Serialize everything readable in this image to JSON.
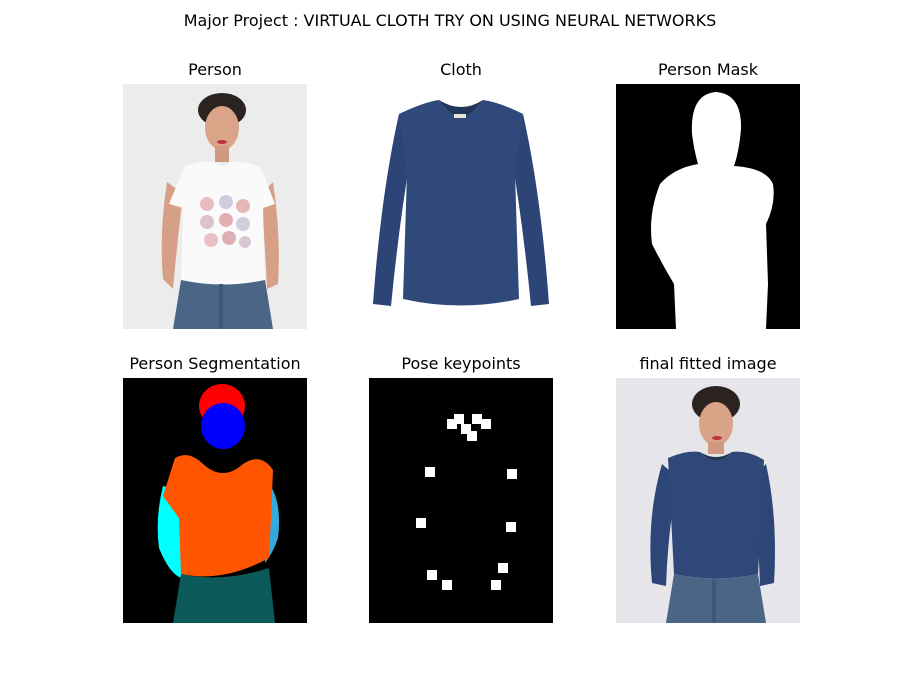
{
  "figure": {
    "suptitle": "Major Project : VIRTUAL CLOTH TRY ON USING NEURAL NETWORKS"
  },
  "panels": [
    {
      "title": "Person"
    },
    {
      "title": "Cloth"
    },
    {
      "title": "Person Mask"
    },
    {
      "title": "Person Segmentation"
    },
    {
      "title": "Pose keypoints"
    },
    {
      "title": "final fitted image"
    }
  ],
  "colors": {
    "segmentation": {
      "hair": "#ff0000",
      "face": "#0000ff",
      "upper_clothes": "#ff5500",
      "left_arm": "#00ffff",
      "right_arm": "#33aadd",
      "pants": "#0c5a5a",
      "background": "#000000"
    },
    "cloth": "#2e4a7e",
    "mask": "#ffffff"
  }
}
